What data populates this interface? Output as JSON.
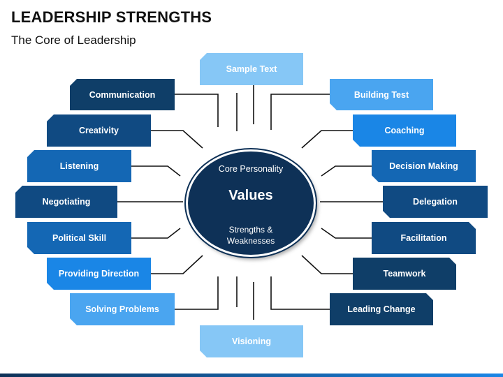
{
  "header": {
    "title": "LEADERSHIP STRENGTHS",
    "subtitle": "The Core of Leadership"
  },
  "center": {
    "top_label": "Core Personality",
    "main_label": "Values",
    "bottom_label": "Strengths & Weaknesses",
    "color": "#0e3157"
  },
  "top_box": {
    "label": "Sample Text"
  },
  "bottom_box": {
    "label": "Visioning"
  },
  "left_items": [
    {
      "label": "Communication"
    },
    {
      "label": "Creativity"
    },
    {
      "label": "Listening"
    },
    {
      "label": "Negotiating"
    },
    {
      "label": "Political Skill"
    },
    {
      "label": "Providing Direction"
    },
    {
      "label": "Solving Problems"
    }
  ],
  "right_items": [
    {
      "label": "Building Test"
    },
    {
      "label": "Coaching"
    },
    {
      "label": "Decision Making"
    },
    {
      "label": "Delegation"
    },
    {
      "label": "Facilitation"
    },
    {
      "label": "Teamwork"
    },
    {
      "label": "Leading Change"
    }
  ]
}
